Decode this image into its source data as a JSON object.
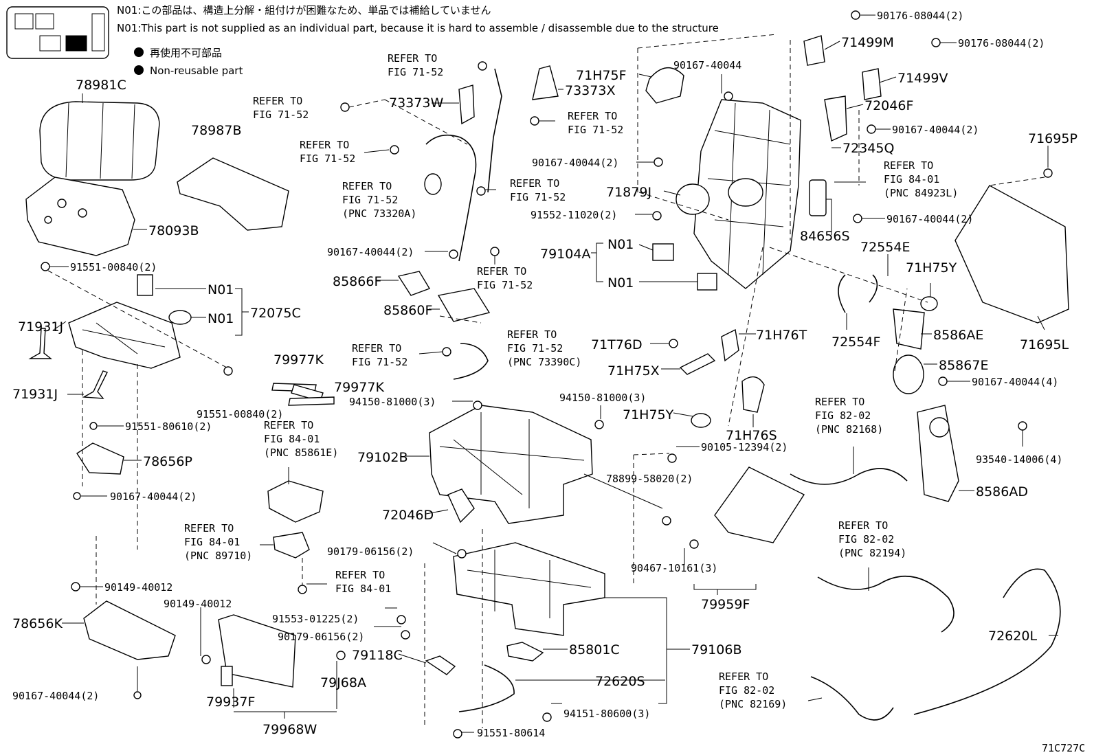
{
  "notes": {
    "n01_jp": "N01:この部品は、構造上分解・組付けが困難なため、単品では補給していません",
    "n01_en": "N01:This part is not supplied as an individual part, because it is hard to assemble / disassemble due to the structure",
    "legend_jp": "再使用不可部品",
    "legend_en": "Non-reusable part"
  },
  "figure_code": "71C727C",
  "labels": {
    "p78981C": "78981C",
    "p78987B": "78987B",
    "p78093B": "78093B",
    "p91551_00840_a": "91551-00840(2)",
    "p71931J_a": "71931J",
    "p71931J_b": "71931J",
    "p72075C": "72075C",
    "n01_a": "N01",
    "n01_b": "N01",
    "p91551_00840_b": "91551-00840(2)",
    "p91551_80610": "91551-80610(2)",
    "p78656P": "78656P",
    "p90167_40044_left": "90167-40044(2)",
    "p90149_40012_a": "90149-40012",
    "p90149_40012_b": "90149-40012",
    "p78656K": "78656K",
    "p90167_40044_bottom": "90167-40044(2)",
    "p79937F": "79937F",
    "p79968W": "79968W",
    "p79J68A": "79J68A",
    "p79977K_a": "79977K",
    "p79977K_b": "79977K",
    "p73373W": "73373W",
    "p73373X": "73373X",
    "p85866F": "85866F",
    "p85860F": "85860F",
    "p90167_40044_mid": "90167-40044(2)",
    "p94150_81000_a": "94150-81000(3)",
    "p94150_81000_b": "94150-81000(3)",
    "p79102B": "79102B",
    "p72046D": "72046D",
    "p90179_06156_a": "90179-06156(2)",
    "p90179_06156_b": "90179-06156(2)",
    "p91553_01225": "91553-01225(2)",
    "p79118C": "79118C",
    "p85801C": "85801C",
    "p79106B": "79106B",
    "p72620S": "72620S",
    "p94151_80600": "94151-80600(3)",
    "p91551_80614": "91551-80614",
    "p71H75F": "71H75F",
    "p90167_40044_top": "90167-40044",
    "p90167_40044_r1": "90167-40044(2)",
    "p71879J": "71879J",
    "p91552_11020": "91552-11020(2)",
    "p79104A": "79104A",
    "n01_c": "N01",
    "n01_d": "N01",
    "p71T76D": "71T76D",
    "p71H75X": "71H75X",
    "p71H76T": "71H76T",
    "p71H75Y_a": "71H75Y",
    "p71H76S": "71H76S",
    "p90105_12394": "90105-12394(2)",
    "p78899_58020": "78899-58020(2)",
    "p90467_10161": "90467-10161(3)",
    "p79959F": "79959F",
    "p90176_08044_a": "90176-08044(2)",
    "p71499M": "71499M",
    "p90176_08044_b": "90176-08044(2)",
    "p71499V": "71499V",
    "p72046F": "72046F",
    "p90167_40044_r2": "90167-40044(2)",
    "p72345Q": "72345Q",
    "p84656S": "84656S",
    "p90167_40044_r3": "90167-40044(2)",
    "p72554E": "72554E",
    "p72554F": "72554F",
    "p71H75Y_b": "71H75Y",
    "p8586AE": "8586AE",
    "p85867E": "85867E",
    "p90167_40044_r4": "90167-40044(4)",
    "p71695P": "71695P",
    "p71695L": "71695L",
    "p93540_14006": "93540-14006(4)",
    "p8586AD": "8586AD",
    "p72620L": "72620L"
  },
  "refs": {
    "r1": [
      "REFER TO",
      "FIG 71-52"
    ],
    "r2": [
      "REFER TO",
      "FIG 71-52"
    ],
    "r3": [
      "REFER TO",
      "FIG 71-52"
    ],
    "r4": [
      "REFER TO",
      "FIG 71-52"
    ],
    "r5": [
      "REFER TO",
      "FIG 71-52",
      "(PNC 73320A)"
    ],
    "r6": [
      "REFER TO",
      "FIG 71-52"
    ],
    "r7": [
      "REFER TO",
      "FIG 71-52"
    ],
    "r8": [
      "REFER TO",
      "FIG 71-52",
      "(PNC 73390C)"
    ],
    "r9": [
      "REFER TO",
      "FIG 71-52"
    ],
    "r10": [
      "REFER TO",
      "FIG 84-01",
      "(PNC 85861E)"
    ],
    "r11": [
      "REFER TO",
      "FIG 84-01",
      "(PNC 89710)"
    ],
    "r12": [
      "REFER TO",
      "FIG 84-01"
    ],
    "r13": [
      "REFER TO",
      "FIG 84-01",
      "(PNC 84923L)"
    ],
    "r14": [
      "REFER TO",
      "FIG 82-02",
      "(PNC 82168)"
    ],
    "r15": [
      "REFER TO",
      "FIG 82-02",
      "(PNC 82194)"
    ],
    "r16": [
      "REFER TO",
      "FIG 82-02",
      "(PNC 82169)"
    ]
  }
}
